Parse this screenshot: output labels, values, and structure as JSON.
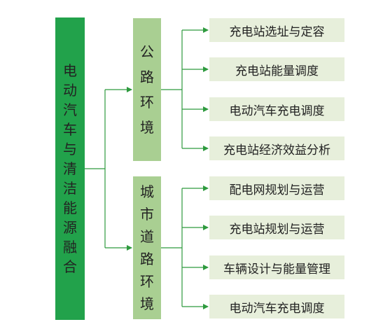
{
  "root": {
    "label": "电动汽车与清洁能源融合"
  },
  "categories": [
    {
      "label": "公路环境",
      "leaves": [
        "充电站选址与定容",
        "充电站能量调度",
        "电动汽车充电调度",
        "充电站经济效益分析"
      ]
    },
    {
      "label": "城市道路环境",
      "leaves": [
        "配电网规划与运营",
        "充电站规划与运营",
        "车辆设计与能量管理",
        "电动汽车充电调度"
      ]
    }
  ],
  "colors": {
    "root_fill": "#22a24b",
    "category_fill": "#a9cf92",
    "leaf_fill": "#e7efdb",
    "connector": "#2e9a3e"
  }
}
